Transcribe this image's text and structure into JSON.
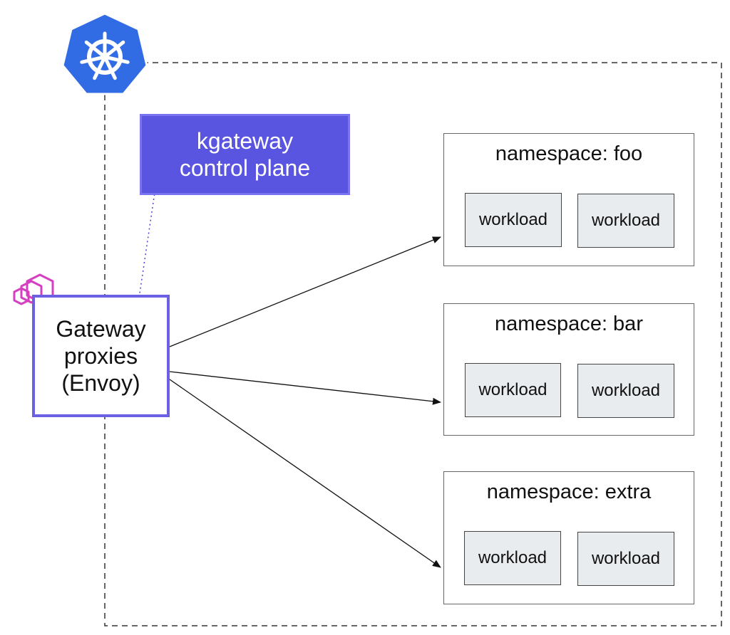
{
  "control_plane": {
    "label": "kgateway\ncontrol plane"
  },
  "gateway": {
    "label": "Gateway\nproxies\n(Envoy)"
  },
  "namespaces": [
    {
      "title": "namespace: foo",
      "workloads": [
        "workload",
        "workload"
      ]
    },
    {
      "title": "namespace: bar",
      "workloads": [
        "workload",
        "workload"
      ]
    },
    {
      "title": "namespace: extra",
      "workloads": [
        "workload",
        "workload"
      ]
    }
  ],
  "icons": {
    "cluster": "kubernetes-helm-icon",
    "proxy": "envoy-logo-icon"
  },
  "colors": {
    "kubernetes_blue": "#326ce5",
    "control_plane_fill": "#5a55e0",
    "gateway_border": "#6b5fe2",
    "envoy_magenta": "#d63fbf",
    "workload_fill": "#e8ecef"
  }
}
